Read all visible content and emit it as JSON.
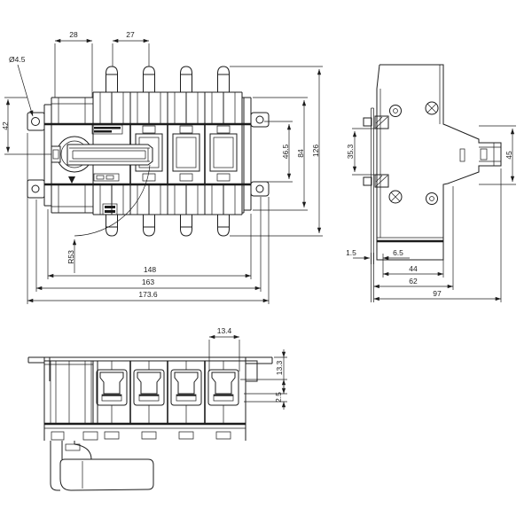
{
  "drawing": {
    "kind": "technical-dimension-drawing",
    "colors": {
      "background": "#ffffff",
      "line": "#1c1c1c"
    },
    "views": {
      "front": {
        "dims": {
          "d28": "28",
          "d27": "27",
          "hole": "Ø4.5",
          "d42": "42",
          "d46_5": "46.5",
          "d84": "84",
          "d126": "126",
          "r53": "R53",
          "d148": "148",
          "d163": "163",
          "d173_6": "173.6"
        }
      },
      "side": {
        "dims": {
          "d35_3": "35.3",
          "d45": "45",
          "d1_5": "1.5",
          "d6_5": "6.5",
          "d44": "44",
          "d62": "62",
          "d97": "97"
        }
      },
      "bottom": {
        "dims": {
          "d13_4": "13.4",
          "d13_3": "13.3",
          "d2_5": "2.5"
        }
      }
    }
  }
}
